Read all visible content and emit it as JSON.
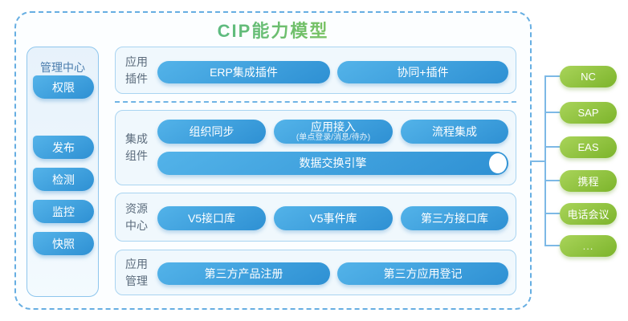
{
  "title": "CIP能力模型",
  "sidebar": {
    "title": "管理中心",
    "items": [
      {
        "label": "发布"
      },
      {
        "label": "检测"
      },
      {
        "label": "监控"
      },
      {
        "label": "快照"
      },
      {
        "label": "权限"
      }
    ]
  },
  "rows": [
    {
      "label_line1": "应用",
      "label_line2": "插件",
      "buttons": [
        {
          "label": "ERP集成插件"
        },
        {
          "label": "协同+插件"
        }
      ]
    },
    {
      "label_line1": "集成",
      "label_line2": "组件",
      "buttons": [
        {
          "label": "组织同步"
        },
        {
          "label": "应用接入",
          "sublabel": "(单点登录/消息/待办)"
        },
        {
          "label": "流程集成"
        }
      ],
      "bar": {
        "label": "数据交换引擎"
      }
    },
    {
      "label_line1": "资源",
      "label_line2": "中心",
      "buttons": [
        {
          "label": "V5接口库"
        },
        {
          "label": "V5事件库"
        },
        {
          "label": "第三方接口库"
        }
      ]
    },
    {
      "label_line1": "应用",
      "label_line2": "管理",
      "buttons": [
        {
          "label": "第三方产品注册"
        },
        {
          "label": "第三方应用登记"
        }
      ]
    }
  ],
  "external_systems": [
    {
      "label": "NC"
    },
    {
      "label": "SAP"
    },
    {
      "label": "EAS"
    },
    {
      "label": "携程"
    },
    {
      "label": "电话会议"
    },
    {
      "label": "..."
    }
  ],
  "colors": {
    "title_gradient_start": "#3fb3a5",
    "title_gradient_end": "#96c93d",
    "node_blue_light": "#53b3e9",
    "node_blue_dark": "#2e90d3",
    "external_green_light": "#a9d45a",
    "external_green_dark": "#7cb42b",
    "connector_blue": "#7db9e6",
    "dashed_border_blue": "#66aee2"
  }
}
